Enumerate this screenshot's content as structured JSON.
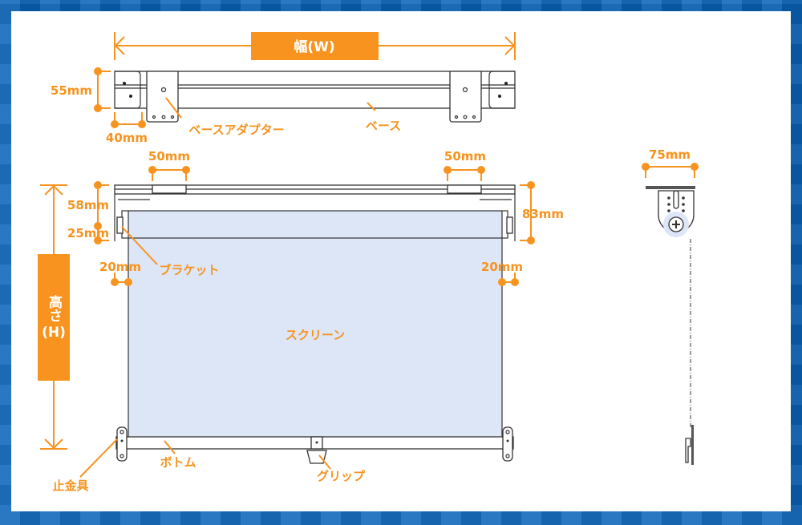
{
  "title": "Roll screen dimension diagram",
  "top_view": {
    "width_label": "幅(W)",
    "height_dim": "55mm",
    "end_dim": "40mm",
    "adapter_label": "ベースアダプター",
    "base_label": "ベース"
  },
  "front_view": {
    "adapter_left_dim": "50mm",
    "adapter_right_dim": "50mm",
    "dim_58": "58mm",
    "dim_25": "25mm",
    "dim_83": "83mm",
    "left_margin_dim": "20mm",
    "right_margin_dim": "20mm",
    "height_label_1": "高さ",
    "height_label_2": "(H)",
    "bracket_label": "ブラケット",
    "screen_label": "スクリーン",
    "bottom_label": "ボトム",
    "grip_label": "グリップ",
    "stopper_label": "止金具"
  },
  "side_view": {
    "depth_dim": "75mm"
  },
  "colors": {
    "accent": "#f7931e",
    "frame": "#0a63b8",
    "screen": "#dce6f7"
  }
}
